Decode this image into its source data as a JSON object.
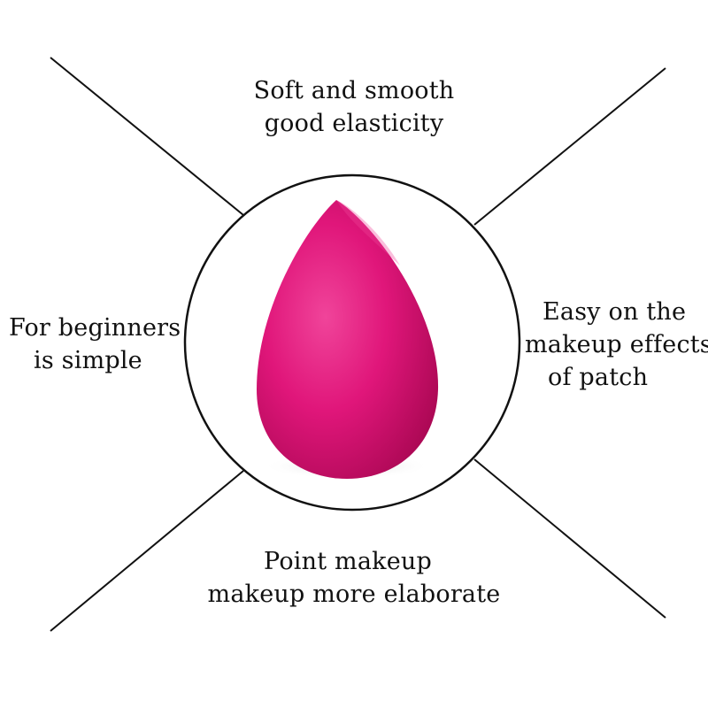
{
  "palette": {
    "line": "#111111",
    "background": "#ffffff",
    "sponge_main": "#e0167a",
    "sponge_highlight": "#f0449a",
    "sponge_shadow": "#a4064f"
  },
  "product": {
    "icon": "beauty-blender-sponge-icon"
  },
  "features": {
    "top": [
      "Soft and smooth",
      "good elasticity"
    ],
    "left": [
      "For beginners",
      "is simple"
    ],
    "right": [
      "Easy on the",
      "makeup effects",
      "of patch"
    ],
    "bottom": [
      "Point makeup",
      "makeup more elaborate"
    ]
  }
}
